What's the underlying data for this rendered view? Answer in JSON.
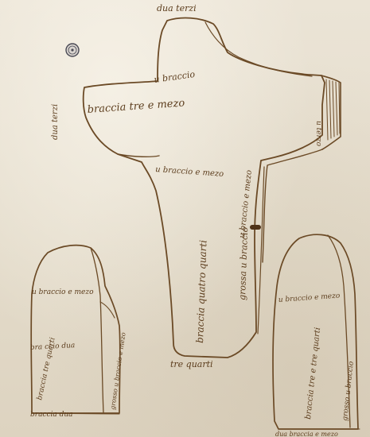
{
  "annotations": {
    "top": "dua terzi",
    "arm_upper": "u braccio",
    "arm_main": "braccia tre e mezo",
    "left_side": "dua terzi",
    "right_end": "u terzo",
    "mid_left": "u braccio e mezo",
    "mid_right": "u braccio e mezo",
    "trunk_vertical": "braccia quatro quarti",
    "trunk_thick": "grossa u braccio",
    "bottom_center": "tre quarti",
    "ll_top": "u braccio e mezo",
    "ll_mid1": "bra ccio dua",
    "ll_mid2": "braccia tre quarti",
    "ll_side": "grosso u braccio e mezo",
    "ll_bottom": "braccia dua",
    "lr_top": "u braccio e mezo",
    "lr_mid": "braccia tre e tre quarti",
    "lr_side": "grosso u braccio",
    "lr_bottom": "dua braccia e mezo"
  },
  "colors": {
    "paper": "#e7dfd0",
    "ink": "#6b4a26",
    "ink_dark": "#4e3218",
    "stamp": "#4a4a55"
  },
  "icons": {
    "stamp": "library-stamp-icon"
  }
}
